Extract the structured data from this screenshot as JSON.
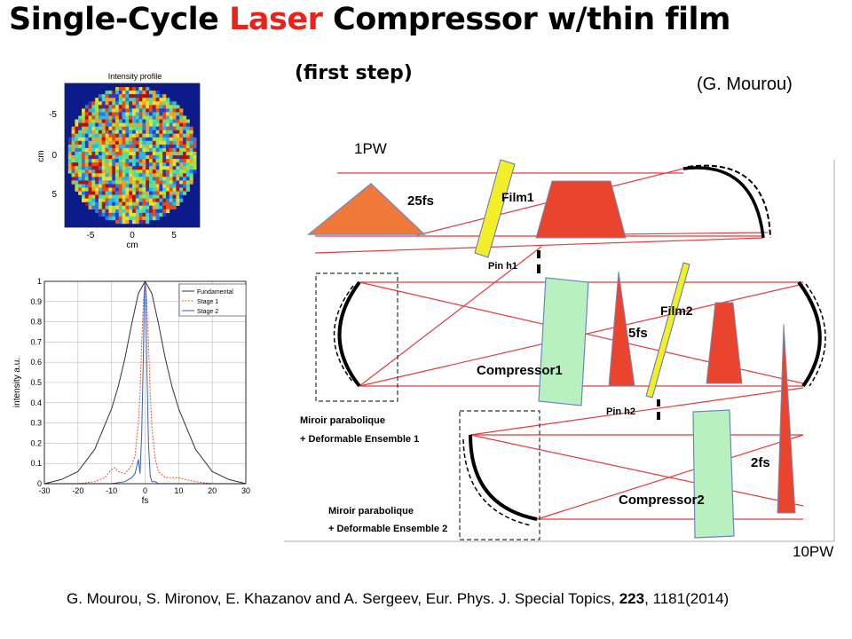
{
  "title": {
    "part1": "Single-Cycle ",
    "highlight": "Laser",
    "part2": " Compressor w/thin film"
  },
  "subtitle": "(first step)",
  "author": "(G. Mourou)",
  "power_in": "1PW",
  "power_out": "10PW",
  "reference": {
    "prefix": "G. Mourou, S. Mironov, E. Khazanov and A. Sergeev, Eur. Phys. J. Special Topics, ",
    "volume": "223",
    "suffix": ", 1181(2014)"
  },
  "intensity_map": {
    "title": "Intensity profile",
    "xlabel": "cm",
    "ylabel": "cm",
    "yticks": [
      "-5",
      "0",
      "5"
    ],
    "xticks": [
      "-5",
      "0",
      "5"
    ]
  },
  "diagram": {
    "pulse_in": "25fs",
    "film1": "Film1",
    "pinhole1": "Pin h1",
    "film2": "Film2",
    "pulse_mid": "5fs",
    "compressor1": "Compressor1",
    "pinhole2": "Pin h2",
    "mirror1_line1": "Miroir parabolique",
    "mirror1_line2": "+ Deformable Ensemble 1",
    "mirror2_line1": "Miroir parabolique",
    "mirror2_line2": "+ Deformable Ensemble 2",
    "pulse_out": "2fs",
    "compressor2": "Compressor2"
  },
  "chart_data": {
    "type": "line",
    "title": "",
    "xlabel": "fs",
    "ylabel": "intensity a.u.",
    "xlim": [
      -30,
      30
    ],
    "ylim": [
      0,
      1
    ],
    "grid": true,
    "legend_placement": "top-right",
    "xticks": [
      -30,
      -20,
      -10,
      0,
      10,
      20,
      30
    ],
    "yticks": [
      0,
      0.1,
      0.2,
      0.3,
      0.4,
      0.5,
      0.6,
      0.7,
      0.8,
      0.9,
      1
    ],
    "series": [
      {
        "name": "Fundamental",
        "color": "#333333",
        "dash": "solid",
        "x": [
          -30,
          -25,
          -20,
          -15,
          -10,
          -8,
          -6,
          -4,
          -2,
          0,
          2,
          4,
          6,
          8,
          10,
          15,
          20,
          25,
          30
        ],
        "y": [
          0.0,
          0.02,
          0.06,
          0.17,
          0.37,
          0.48,
          0.62,
          0.79,
          0.94,
          1.0,
          0.94,
          0.79,
          0.62,
          0.48,
          0.37,
          0.17,
          0.06,
          0.02,
          0.0
        ]
      },
      {
        "name": "Stage 1",
        "color": "#e8582a",
        "dash": "dash",
        "x": [
          -30,
          -20,
          -15,
          -12,
          -10,
          -9,
          -8,
          -6,
          -4,
          -3,
          -2,
          -1.5,
          -1,
          -0.5,
          0,
          0.5,
          1,
          1.5,
          2,
          3,
          4,
          6,
          8,
          10,
          12,
          15,
          20,
          30
        ],
        "y": [
          0.0,
          0.0,
          0.01,
          0.03,
          0.07,
          0.08,
          0.06,
          0.05,
          0.09,
          0.14,
          0.3,
          0.45,
          0.7,
          0.9,
          1.0,
          0.9,
          0.7,
          0.45,
          0.28,
          0.12,
          0.06,
          0.03,
          0.03,
          0.03,
          0.02,
          0.01,
          0.0,
          0.0
        ]
      },
      {
        "name": "Stage 2",
        "color": "#3a5db8",
        "dash": "solid",
        "x": [
          -30,
          -10,
          -6,
          -5,
          -4,
          -3,
          -2,
          -1.5,
          -1,
          -0.5,
          -0.2,
          0,
          0.2,
          0.5,
          1,
          1.5,
          2,
          3,
          4,
          10,
          30
        ],
        "y": [
          0.0,
          0.0,
          0.01,
          0.02,
          0.03,
          0.05,
          0.12,
          0.05,
          0.25,
          0.65,
          0.95,
          1.0,
          0.95,
          0.6,
          0.2,
          0.04,
          0.01,
          0.01,
          0.0,
          0.0,
          0.0
        ]
      }
    ]
  },
  "colors": {
    "accent_red": "#e8231c",
    "prism": "#f0793a",
    "film": "#f2ee2a",
    "compressor": "#b8f0c0",
    "trapezoid": "#e8442e",
    "beam": "#e63b3b"
  }
}
